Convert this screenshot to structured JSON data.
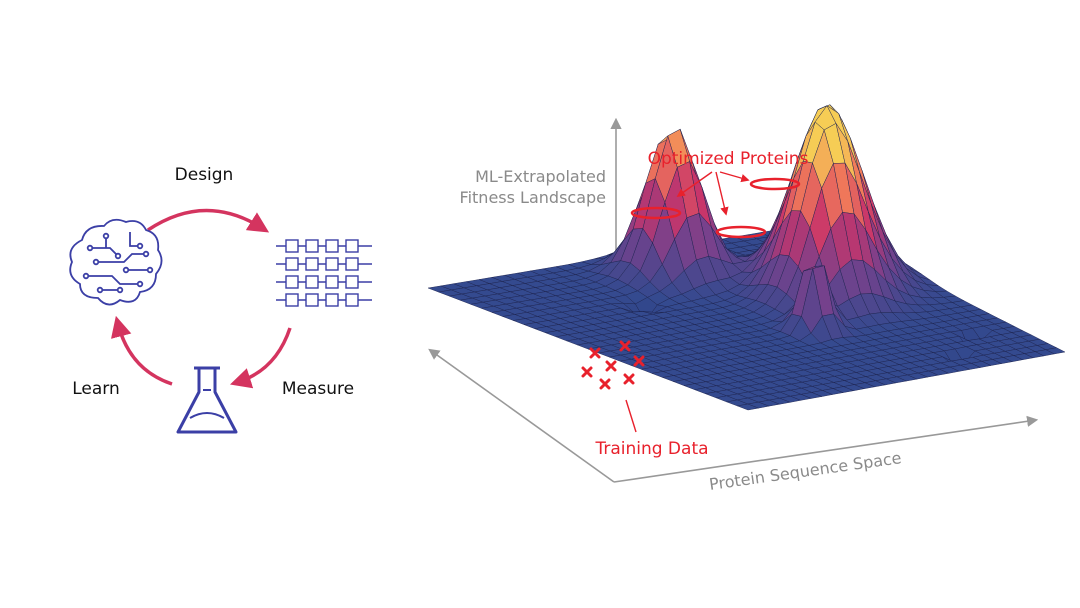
{
  "cycle": {
    "design": "Design",
    "measure": "Measure",
    "learn": "Learn"
  },
  "landscape": {
    "axis_label_line1": "ML-Extrapolated",
    "axis_label_line2": "Fitness Landscape",
    "x_axis_label": "Protein Sequence Space",
    "peaks_label": "Optimized Proteins",
    "training_label": "Training Data"
  },
  "colors": {
    "cycle_arrow": "#d4345f",
    "icon": "#3b3fa6",
    "axis": "#999999",
    "axis_text": "#8a8a8a",
    "highlight": "#e8212c",
    "surface_low": "#334a8f",
    "surface_mid": "#c8356a",
    "surface_high": "#f5c94d"
  },
  "icons": [
    "brain-circuit-icon",
    "dna-array-icon",
    "flask-icon"
  ]
}
